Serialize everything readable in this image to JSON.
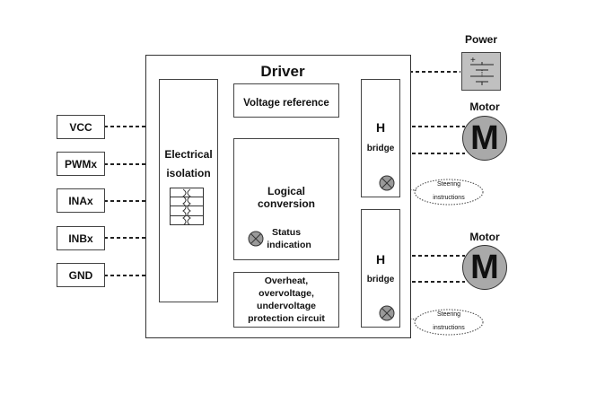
{
  "diagram": {
    "driver_title": "Driver",
    "power_label": "Power",
    "motors": [
      {
        "label": "Motor",
        "symbol": "M"
      },
      {
        "label": "Motor",
        "symbol": "M"
      }
    ],
    "pins": [
      "VCC",
      "PWMx",
      "INAx",
      "INBx",
      "GND"
    ],
    "isolation": {
      "line1": "Electrical",
      "line2": "isolation"
    },
    "voltage_reference": "Voltage reference",
    "logical_conversion": {
      "line1": "Logical",
      "line2": "conversion"
    },
    "status": {
      "line1": "Status",
      "line2": "indication"
    },
    "protection": {
      "line1": "Overheat,",
      "line2": "overvoltage,",
      "line3": "undervoltage",
      "line4": "protection circuit"
    },
    "h_bridges": [
      {
        "title": "H",
        "subtitle": "bridge"
      },
      {
        "title": "H",
        "subtitle": "bridge"
      }
    ],
    "steering": [
      {
        "line1": "Steering",
        "line2": "instructions"
      },
      {
        "line1": "Steering",
        "line2": "instructions"
      }
    ],
    "colors": {
      "line": "#222222",
      "box_border": "#444444",
      "power_fill": "#c0c0c0",
      "motor_fill": "#a9a9a9",
      "lamp_fill": "#9a9a9a"
    }
  }
}
